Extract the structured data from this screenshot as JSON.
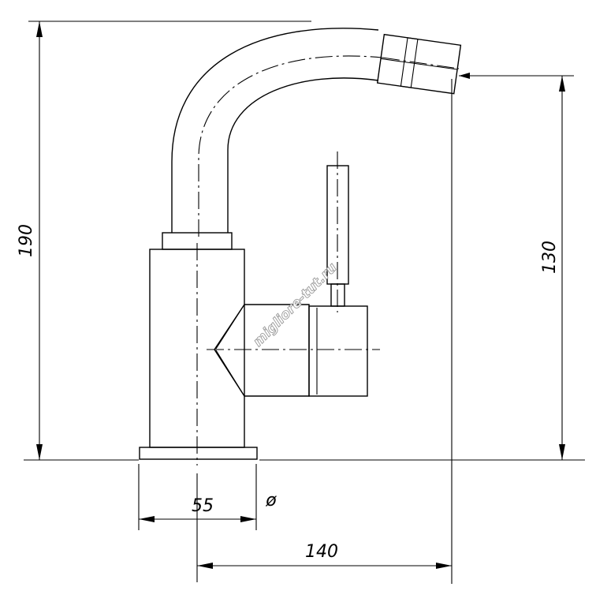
{
  "dimensions": {
    "total_height": "190",
    "spout_height": "130",
    "base_diameter": "55",
    "diameter_symbol": "ø",
    "reach": "140"
  },
  "watermark": "migliore-tut.ru"
}
